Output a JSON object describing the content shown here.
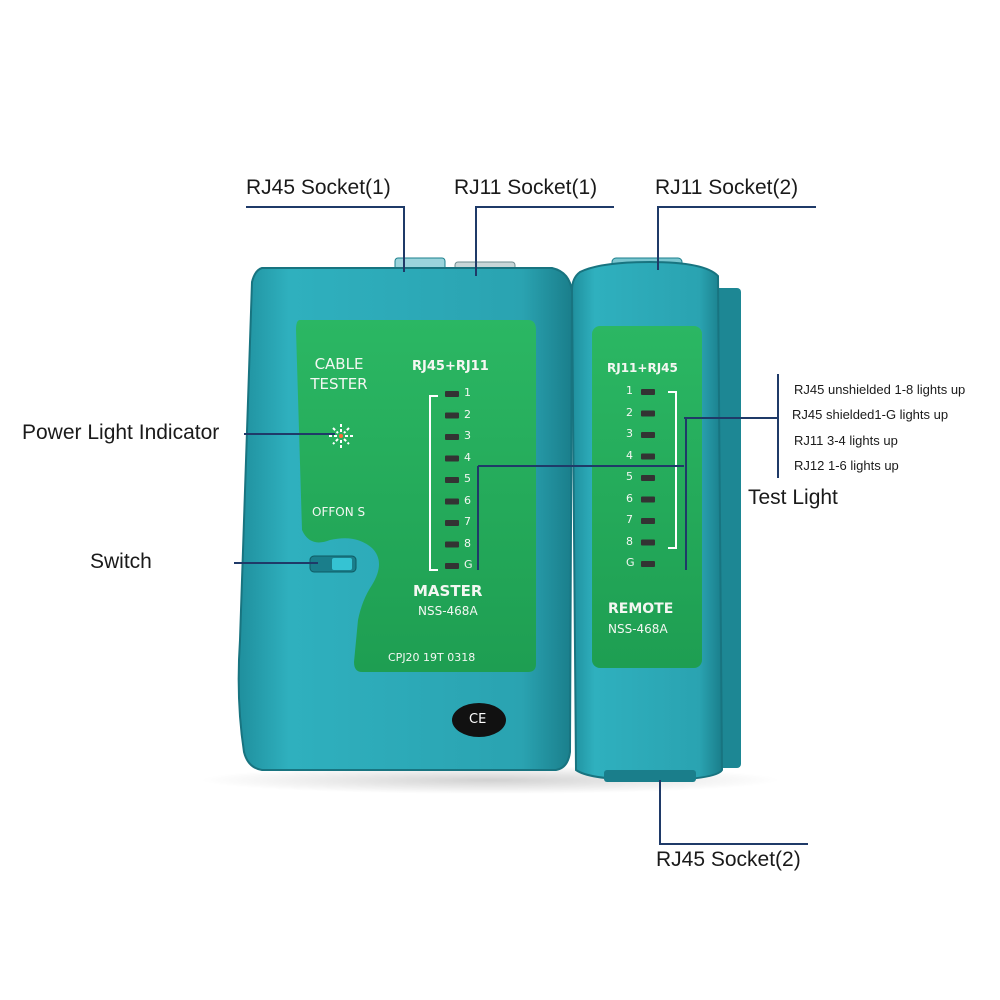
{
  "callouts": {
    "rj45_socket_1": "RJ45 Socket(1)",
    "rj11_socket_1": "RJ11 Socket(1)",
    "rj11_socket_2": "RJ11 Socket(2)",
    "power_light_indicator": "Power Light Indicator",
    "switch": "Switch",
    "test_light": "Test Light",
    "rj45_socket_2": "RJ45 Socket(2)",
    "test_light_notes": [
      "RJ45 unshielded 1-8 lights up",
      "RJ45 shielded1-G lights up",
      "RJ11 3-4 lights up",
      "RJ12 1-6 lights up"
    ]
  },
  "master": {
    "title_line1": "CABLE",
    "title_line2": "TESTER",
    "port_label": "RJ45+RJ11",
    "switch_label": "OFFON S",
    "name": "MASTER",
    "model": "NSS-468A",
    "serial": "CPJ20  19T  0318",
    "ce_mark": "CE",
    "leds": [
      "1",
      "2",
      "3",
      "4",
      "5",
      "6",
      "7",
      "8",
      "G"
    ]
  },
  "remote": {
    "port_label": "RJ11+RJ45",
    "name": "REMOTE",
    "model": "NSS-468A",
    "leds": [
      "1",
      "2",
      "3",
      "4",
      "5",
      "6",
      "7",
      "8",
      "G"
    ]
  },
  "colors": {
    "housing": "#2aa3b1",
    "housing_dark": "#1b7f8c",
    "panel": "#1faa5a",
    "led": "#333333",
    "line": "#1f3a68"
  }
}
